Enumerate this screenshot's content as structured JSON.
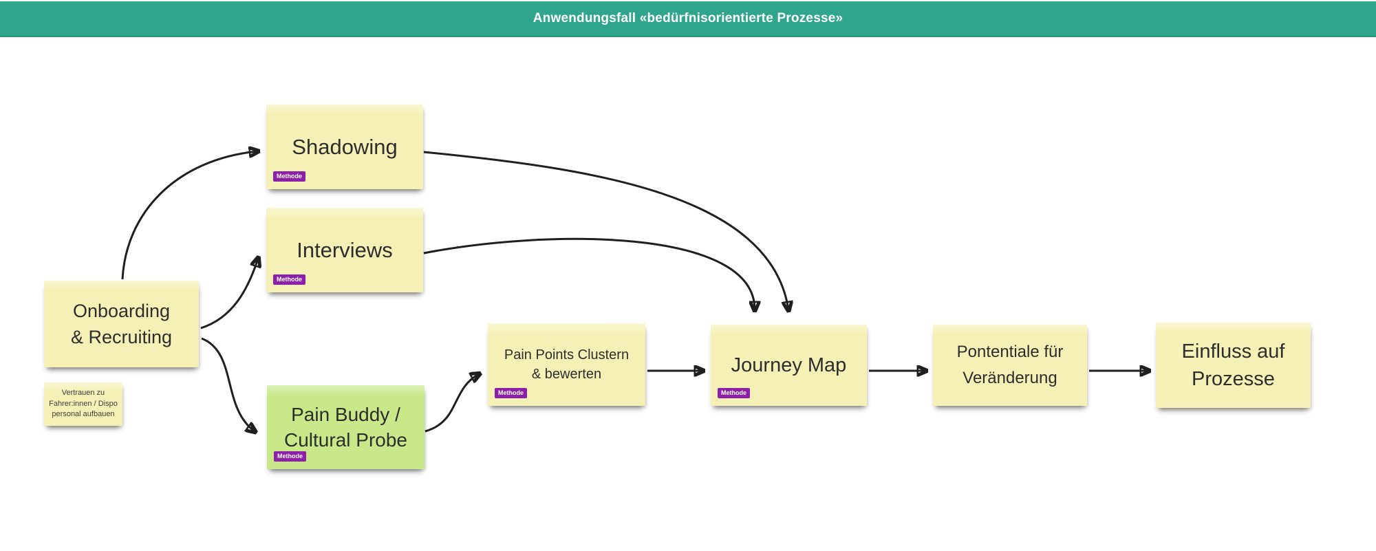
{
  "header": {
    "title": "Anwendungsfall «bedürfnisorientierte Prozesse»"
  },
  "colors": {
    "header_bg": "#2fa58b",
    "note_yellow": "#f5f1b6",
    "note_green": "#c9e88a",
    "tag_purple": "#8e1fa8",
    "arrow": "#1f1f1f"
  },
  "notes": {
    "onboarding": {
      "label": "Onboarding\n& Recruiting"
    },
    "trust": {
      "label": "Vertrauen zu\nFahrer:innen / Dispo\npersonal aufbauen"
    },
    "shadowing": {
      "label": "Shadowing",
      "tag": "Methode"
    },
    "interviews": {
      "label": "Interviews",
      "tag": "Methode"
    },
    "pain_buddy": {
      "label": "Pain Buddy /\nCultural Probe",
      "tag": "Methode"
    },
    "pain_points": {
      "label": "Pain Points Clustern\n& bewerten",
      "tag": "Methode"
    },
    "journey_map": {
      "label": "Journey Map",
      "tag": "Methode"
    },
    "potentiale": {
      "label": "Pontentiale für\nVeränderung"
    },
    "einfluss": {
      "label": "Einfluss auf\nProzesse"
    }
  }
}
